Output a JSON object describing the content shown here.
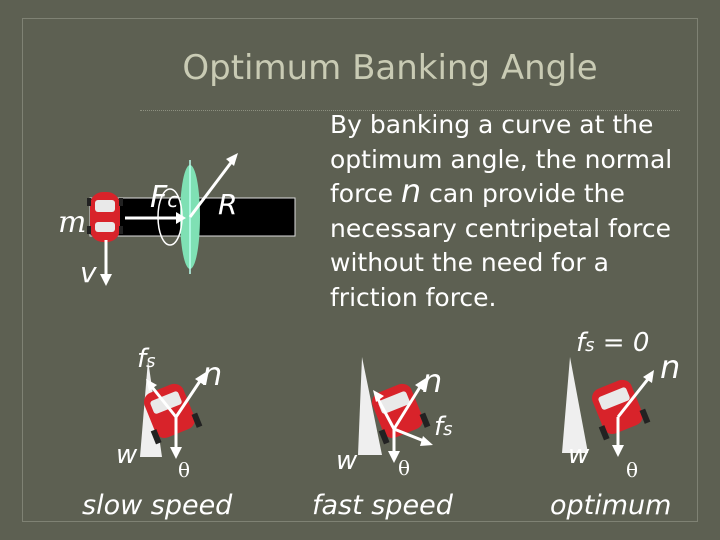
{
  "title": "Optimum Banking Angle",
  "text": {
    "line1": "By banking a curve at the",
    "line2": "optimum angle, the normal",
    "line3_pre": "force ",
    "line3_sym": "n",
    "line3_post": " can provide the",
    "line4": "necessary centripetal force",
    "line5": "without the need for a",
    "line6": "friction force."
  },
  "top_diagram": {
    "m": "m",
    "fc_main": "F",
    "fc_sub": "c",
    "r": "R",
    "v": "v"
  },
  "slow": {
    "fs_main": "f",
    "fs_sub": "s",
    "n": "n",
    "w": "w",
    "theta": "θ",
    "caption": "slow speed"
  },
  "fast": {
    "n": "n",
    "fs_main": "f",
    "fs_sub": "s",
    "w": "w",
    "theta": "θ",
    "caption": "fast speed"
  },
  "optimum": {
    "fs_main": "f",
    "fs_sub": "s",
    "fs_eq": " = 0",
    "n": "n",
    "w": "w",
    "theta": "θ",
    "caption": "optimum"
  },
  "colors": {
    "background": "#5d6052",
    "title": "#c9cbb4",
    "text": "#ffffff",
    "road": "#000000",
    "car": "#d8232a",
    "banking": "#efefef",
    "axis_ellipse": "#7fe0b4"
  }
}
